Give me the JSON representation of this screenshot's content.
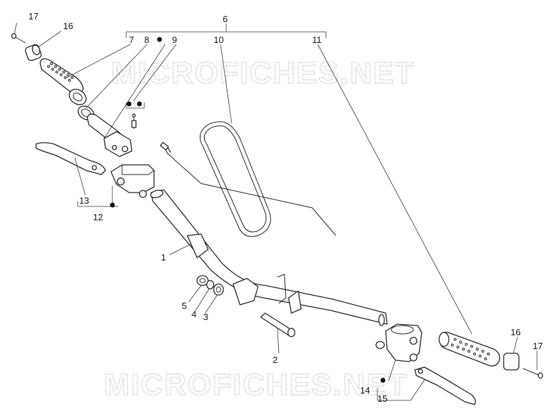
{
  "watermark": {
    "text": "MICROFICHES.NET",
    "color": "#c8c8c8"
  },
  "callouts": [
    "17",
    "16",
    "6",
    "7",
    "8",
    "9",
    "10",
    "11",
    "13",
    "12",
    "1",
    "5",
    "4",
    "3",
    "2",
    "16",
    "17",
    "14",
    "15"
  ],
  "colors": {
    "line": "#222222",
    "background": "#ffffff",
    "bullet": "#111111"
  }
}
